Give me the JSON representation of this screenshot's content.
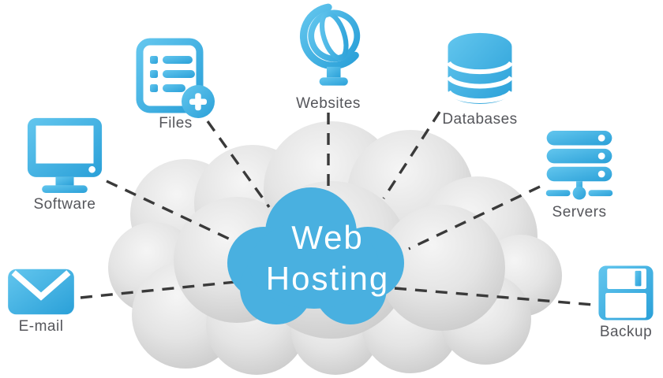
{
  "title": {
    "line1": "Web",
    "line2": "Hosting"
  },
  "nodes": [
    {
      "id": "software",
      "label": "Software"
    },
    {
      "id": "files",
      "label": "Files"
    },
    {
      "id": "websites",
      "label": "Websites"
    },
    {
      "id": "databases",
      "label": "Databases"
    },
    {
      "id": "servers",
      "label": "Servers"
    },
    {
      "id": "email",
      "label": "E-mail"
    },
    {
      "id": "backup",
      "label": "Backup"
    }
  ],
  "colors": {
    "icon_blue_light": "#63c6ee",
    "icon_blue_dark": "#2aa0d8",
    "hub_blue": "#49b0e0",
    "label_gray": "#55565b",
    "dash": "#3a3a3a",
    "cloud_light": "#f5f5f5",
    "cloud_dark": "#c7c7c7",
    "background": "#ffffff",
    "text_white": "#ffffff"
  }
}
